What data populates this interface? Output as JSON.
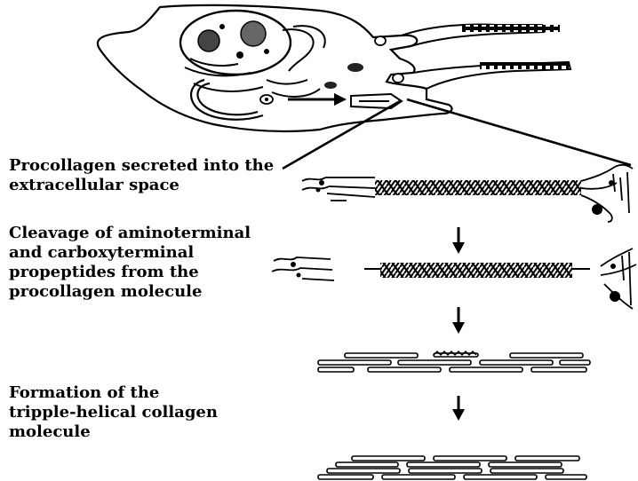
{
  "steps": [
    {
      "lines": [
        "Procollagen secreted into the",
        "extracellular space"
      ]
    },
    {
      "lines": [
        "Cleavage of aminoterminal",
        "and carboxyterminal",
        "propeptides from the",
        "procollagen molecule"
      ]
    },
    {
      "lines": [
        "Formation of the",
        "tripple-helical collagen",
        "molecule"
      ]
    }
  ]
}
